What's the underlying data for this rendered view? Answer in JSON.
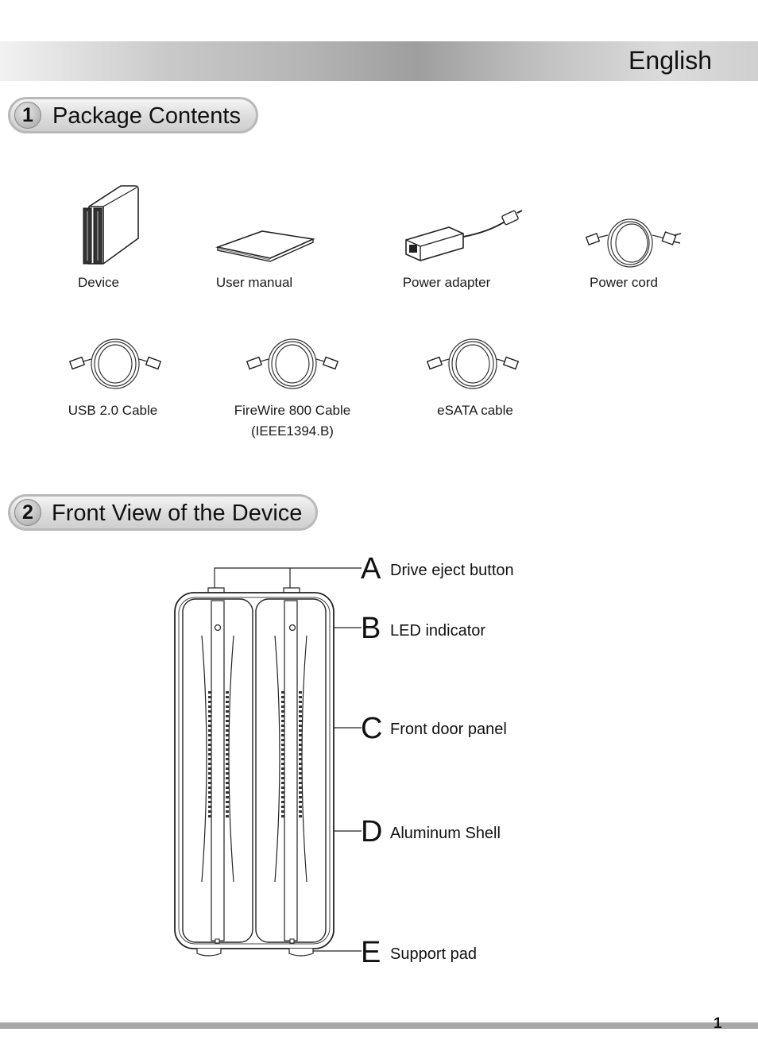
{
  "header": {
    "language": "English"
  },
  "section1": {
    "number": "1",
    "title": "Package Contents",
    "items": [
      {
        "label": "Device",
        "icon": "device-icon"
      },
      {
        "label": "User manual",
        "icon": "manual-icon"
      },
      {
        "label": "Power adapter",
        "icon": "power-adapter-icon"
      },
      {
        "label": "Power cord",
        "icon": "power-cord-icon"
      },
      {
        "label": "USB 2.0 Cable",
        "icon": "usb-cable-icon"
      },
      {
        "label": "FireWire 800 Cable",
        "label2": "(IEEE1394.B)",
        "icon": "firewire-cable-icon"
      },
      {
        "label": "eSATA cable",
        "icon": "esata-cable-icon"
      }
    ]
  },
  "section2": {
    "number": "2",
    "title": "Front View of the Device",
    "callouts": [
      {
        "letter": "A",
        "text": "Drive eject button"
      },
      {
        "letter": "B",
        "text": "LED indicator"
      },
      {
        "letter": "C",
        "text": "Front door panel"
      },
      {
        "letter": "D",
        "text": "Aluminum Shell"
      },
      {
        "letter": "E",
        "text": "Support pad"
      }
    ]
  },
  "footer": {
    "page_number": "1"
  }
}
